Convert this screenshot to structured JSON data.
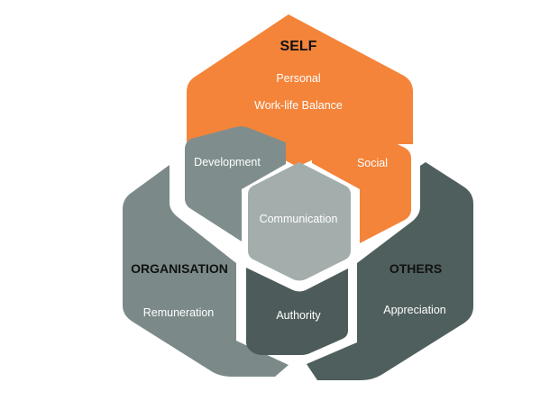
{
  "diagram": {
    "colors": {
      "self": "#f4843a",
      "organisation": "#7b8a89",
      "others": "#4f5f5d",
      "development": "#7f8e8d",
      "social": "#f4843a",
      "communication": "#a3aeac",
      "authority": "#4d5c5a"
    },
    "self": {
      "heading": "SELF",
      "items": [
        "Personal",
        "Work-life Balance"
      ]
    },
    "organisation": {
      "heading": "ORGANISATION",
      "items": [
        "Remuneration"
      ]
    },
    "others": {
      "heading": "OTHERS",
      "items": [
        "Appreciation"
      ]
    },
    "overlaps": {
      "development": "Development",
      "social": "Social",
      "authority": "Authority",
      "communication": "Communication"
    }
  }
}
